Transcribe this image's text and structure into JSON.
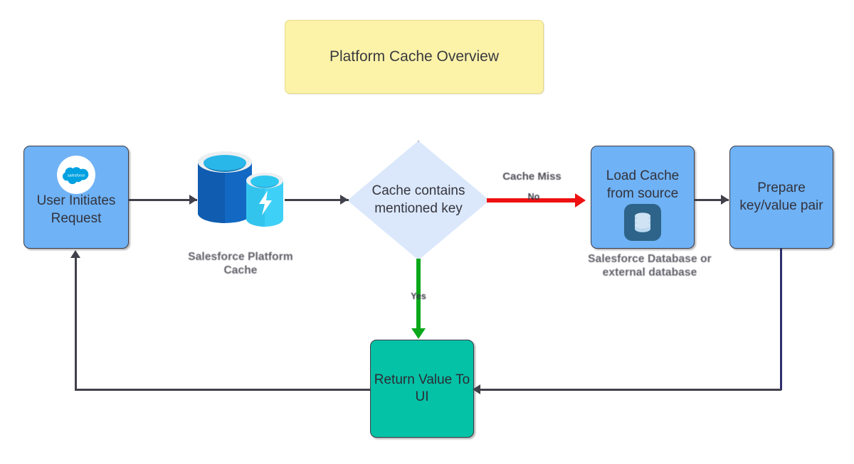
{
  "diagram": {
    "title": "Platform Cache Overview",
    "nodes": {
      "user_request": {
        "label": "User Initiates Request",
        "icon": "salesforce-cloud-icon",
        "fill": "#6fb2f6"
      },
      "platform_cache": {
        "icon": "cache-cylinders-icon",
        "caption": "Salesforce Platform Cache"
      },
      "decision": {
        "label": "Cache contains mentioned key",
        "fill": "#dbe8fb"
      },
      "load_cache": {
        "label": "Load Cache from source",
        "icon": "database-icon",
        "caption": "Salesforce Database or external database",
        "fill": "#6fb2f6"
      },
      "prepare_pair": {
        "label": "Prepare key/value pair",
        "fill": "#6fb2f6"
      },
      "return_value": {
        "label": "Return Value To UI",
        "fill": "#04c2a6"
      }
    },
    "edges": {
      "cache_miss_label": "Cache Miss",
      "no_label": "No",
      "yes_label": "Yes"
    },
    "colors": {
      "title_fill": "#fcf3a9",
      "node_blue": "#6fb2f6",
      "node_teal": "#04c2a6",
      "decision_blue": "#dbe8fb",
      "miss_red": "#ef1111",
      "hit_green": "#0aa81a",
      "connector": "#41414b"
    }
  }
}
